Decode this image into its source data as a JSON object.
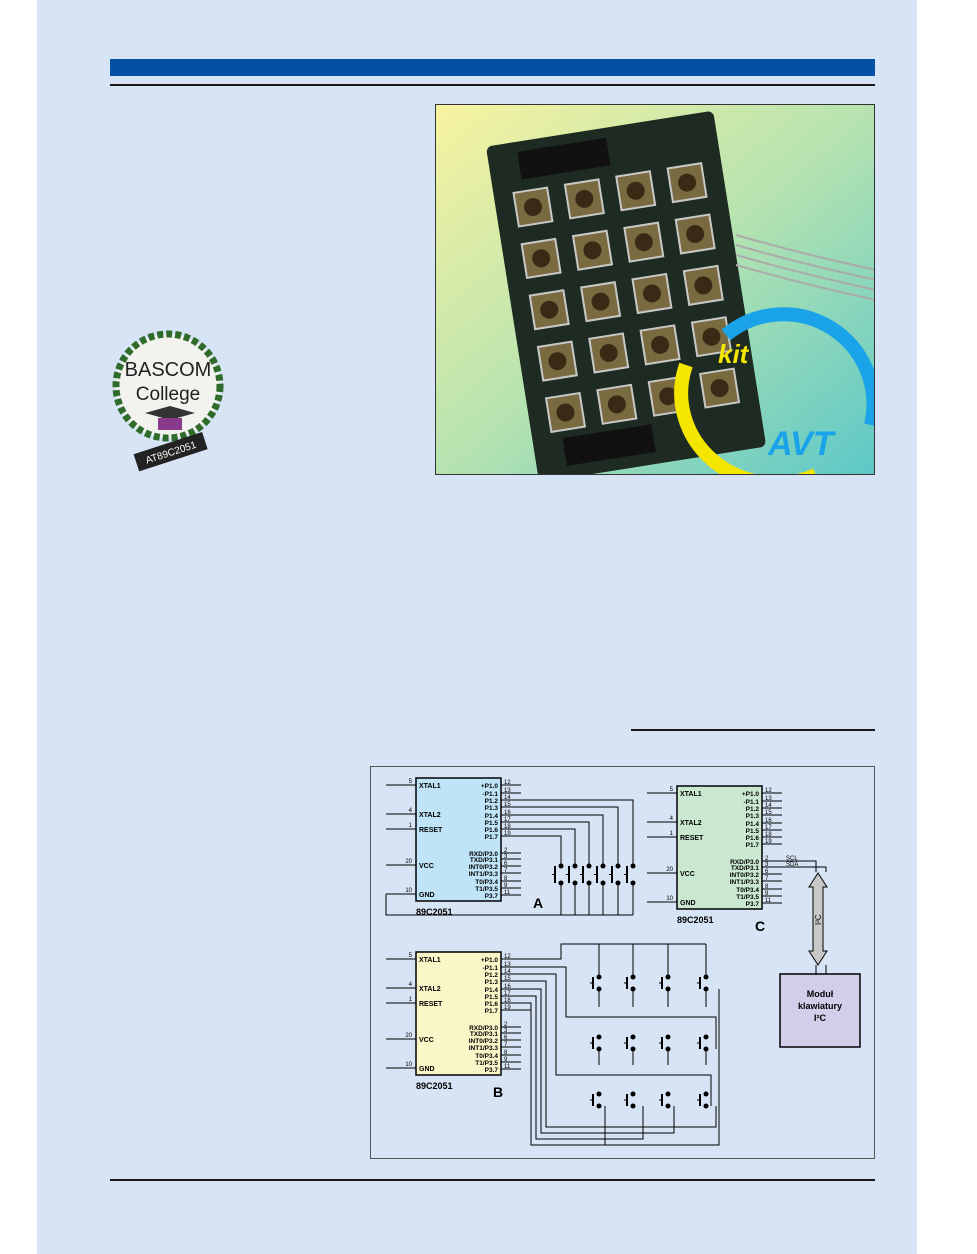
{
  "logo": {
    "line1": "BASCOM",
    "line2": "College",
    "chip": "AT89C2051"
  },
  "photo": {
    "brand_top": "kit",
    "brand_bottom": "AVT",
    "colors": {
      "blue": "#1aa3e8",
      "yellow": "#f5e600"
    }
  },
  "schematic": {
    "chips": [
      {
        "id": "A",
        "label": "A",
        "part": "89C2051",
        "fill": "#bfe3f7"
      },
      {
        "id": "B",
        "label": "B",
        "part": "89C2051",
        "fill": "#fbf6c8"
      },
      {
        "id": "C",
        "label": "C",
        "part": "89C2051",
        "fill": "#c9e8cf"
      }
    ],
    "left_pins": [
      {
        "name": "XTAL1",
        "num": "5"
      },
      {
        "name": "XTAL2",
        "num": "4"
      },
      {
        "name": "RESET",
        "num": "1"
      },
      {
        "name": "VCC",
        "num": "20"
      },
      {
        "name": "GND",
        "num": "10"
      }
    ],
    "right_pins": [
      {
        "name": "+P1.0",
        "num": "12"
      },
      {
        "name": "-P1.1",
        "num": "13"
      },
      {
        "name": "P1.2",
        "num": "14"
      },
      {
        "name": "P1.3",
        "num": "15"
      },
      {
        "name": "P1.4",
        "num": "16"
      },
      {
        "name": "P1.5",
        "num": "17"
      },
      {
        "name": "P1.6",
        "num": "18"
      },
      {
        "name": "P1.7",
        "num": "19"
      },
      {
        "name": "RXD/P3.0",
        "num": "2"
      },
      {
        "name": "TXD/P3.1",
        "num": "3"
      },
      {
        "name": "INT0/P3.2",
        "num": "6"
      },
      {
        "name": "INT1/P3.3",
        "num": "7"
      },
      {
        "name": "T0/P3.4",
        "num": "8"
      },
      {
        "name": "T1/P3.5",
        "num": "9"
      },
      {
        "name": "P3.7",
        "num": "11"
      }
    ],
    "scl": "SCL",
    "sda": "SDA",
    "bus_label": "I²C",
    "module": {
      "line1": "Moduł",
      "line2": "klawiatury",
      "line3": "I²C",
      "fill": "#d3cdea"
    }
  }
}
